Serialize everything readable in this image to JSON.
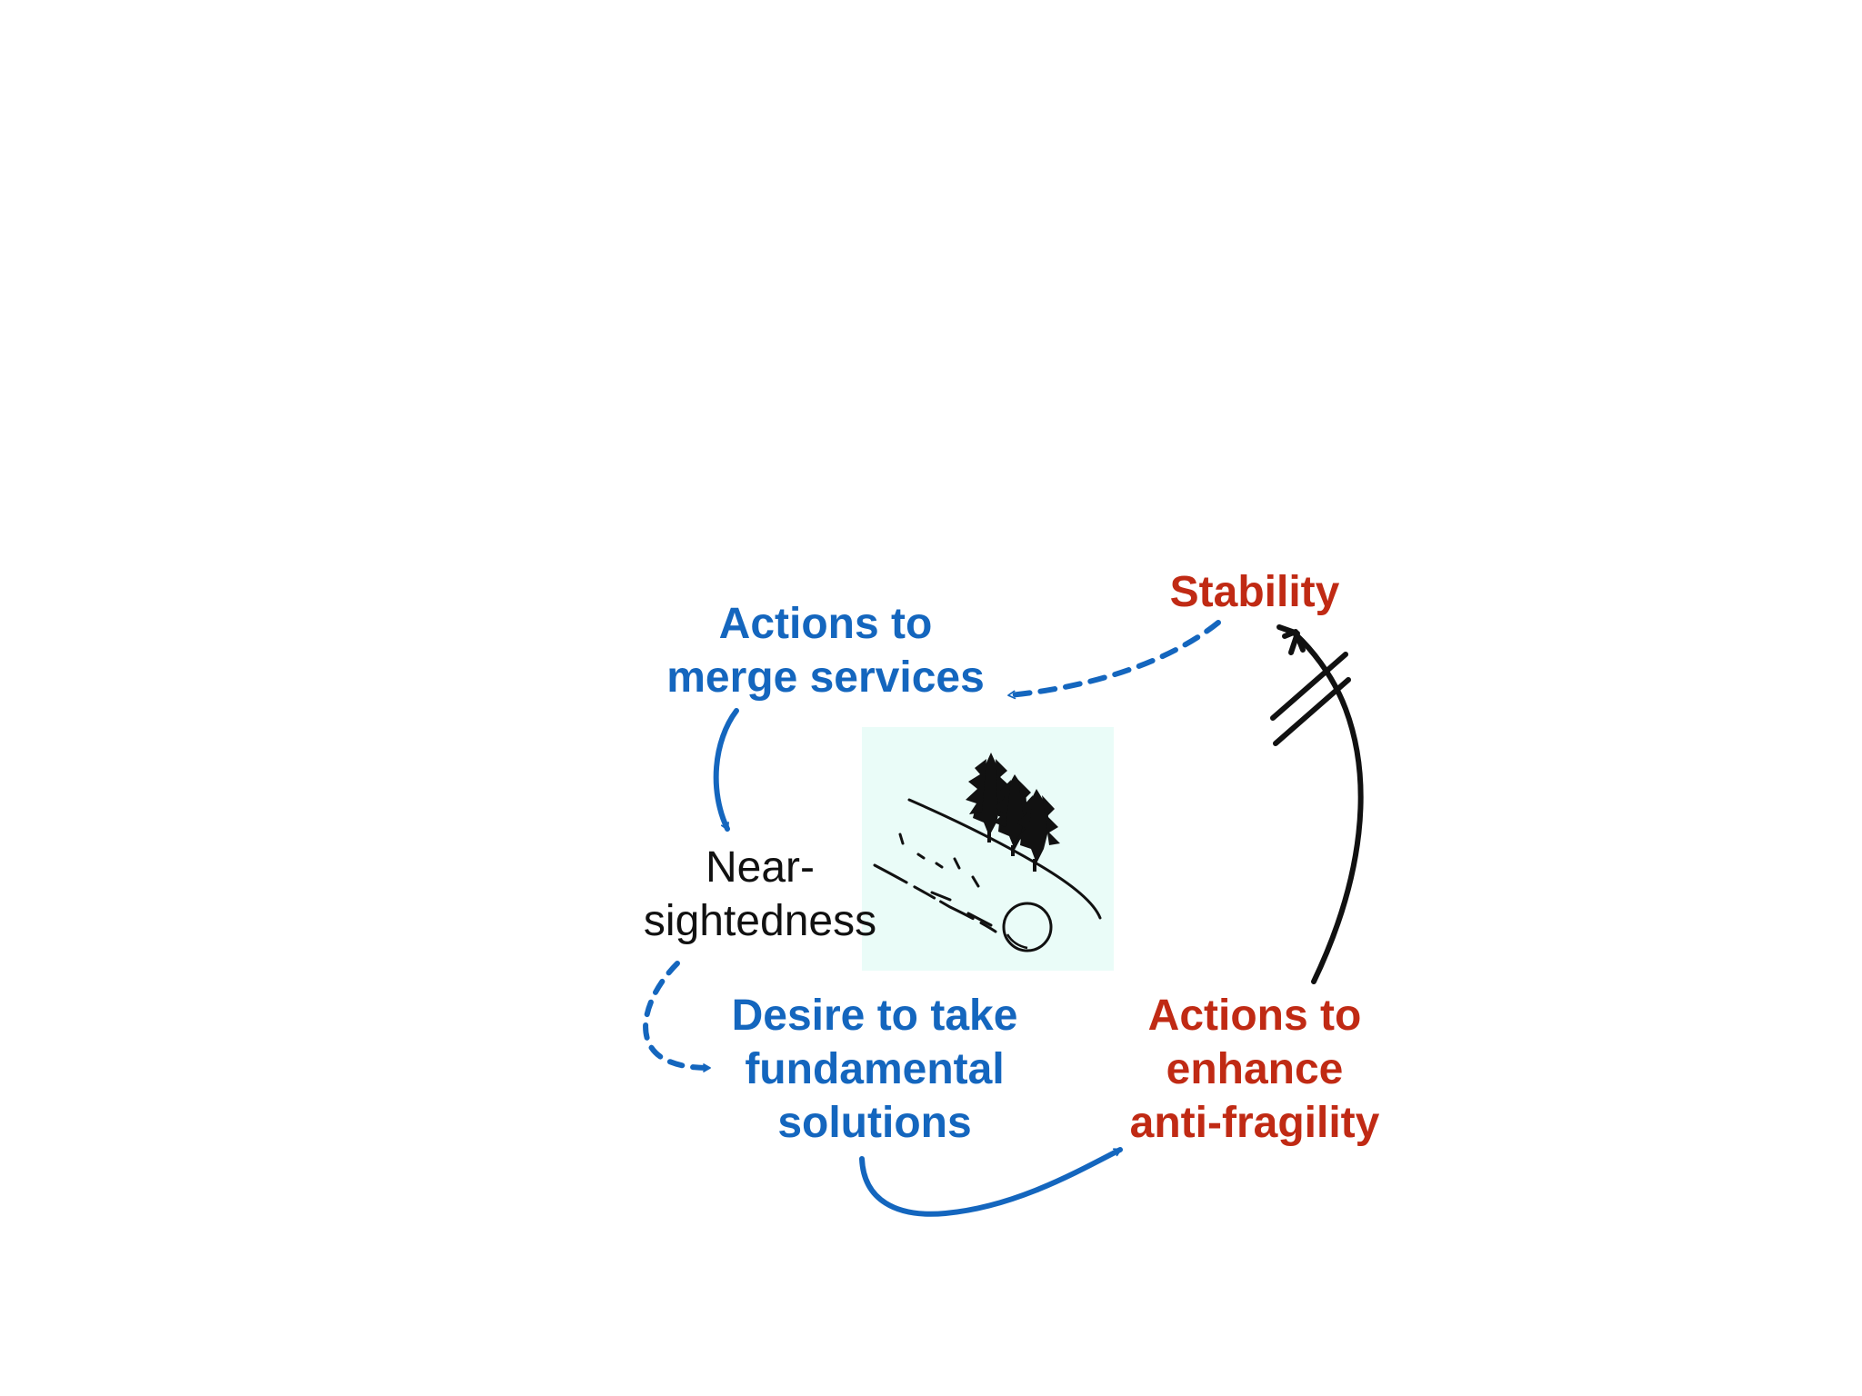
{
  "diagram": {
    "nodes": {
      "stability": {
        "lines": [
          "Stability"
        ],
        "color": "#c02a14"
      },
      "merge_services": {
        "lines": [
          "Actions to",
          "merge services"
        ],
        "color": "#1466be"
      },
      "near_sightedness": {
        "lines": [
          "Near-",
          "sightedness"
        ],
        "color": "#111111"
      },
      "desire_fundamental": {
        "lines": [
          "Desire to take",
          "fundamental",
          "solutions"
        ],
        "color": "#1466be"
      },
      "anti_fragility": {
        "lines": [
          "Actions to",
          "enhance",
          "anti-fragility"
        ],
        "color": "#c02a14"
      }
    },
    "edges": [
      {
        "from": "stability",
        "to": "merge_services",
        "style": "dashed",
        "color": "#1466be"
      },
      {
        "from": "merge_services",
        "to": "near_sightedness",
        "style": "solid",
        "color": "#1466be"
      },
      {
        "from": "near_sightedness",
        "to": "desire_fundamental",
        "style": "dashed",
        "color": "#1466be"
      },
      {
        "from": "desire_fundamental",
        "to": "anti_fragility",
        "style": "solid",
        "color": "#1466be"
      },
      {
        "from": "anti_fragility",
        "to": "stability",
        "style": "solid",
        "color": "#111111",
        "delay_mark": true
      }
    ],
    "center_image": {
      "icon": "rolling-ball-down-slope-with-trees-icon",
      "background": "#eafcf8"
    }
  }
}
